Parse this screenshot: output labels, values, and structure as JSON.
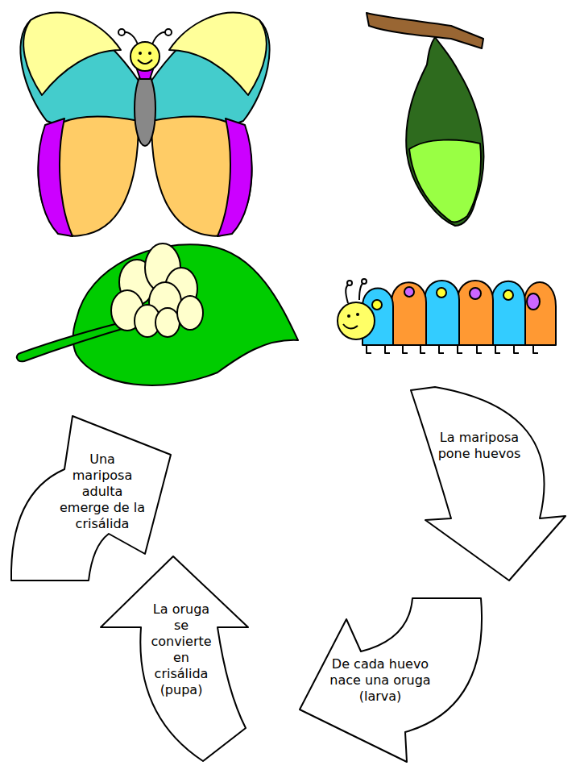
{
  "diagram": {
    "nodes": [
      {
        "text": [
          "La mariposa pone huevos"
        ]
      },
      {
        "text": [
          "De cada huevo nace una oruga (larva)"
        ]
      },
      {
        "text": [
          "La oruga se convierte en crisálida (pupa)"
        ]
      },
      {
        "text": [
          "Una mariposa adulta emerge de la crisálida"
        ]
      }
    ]
  }
}
